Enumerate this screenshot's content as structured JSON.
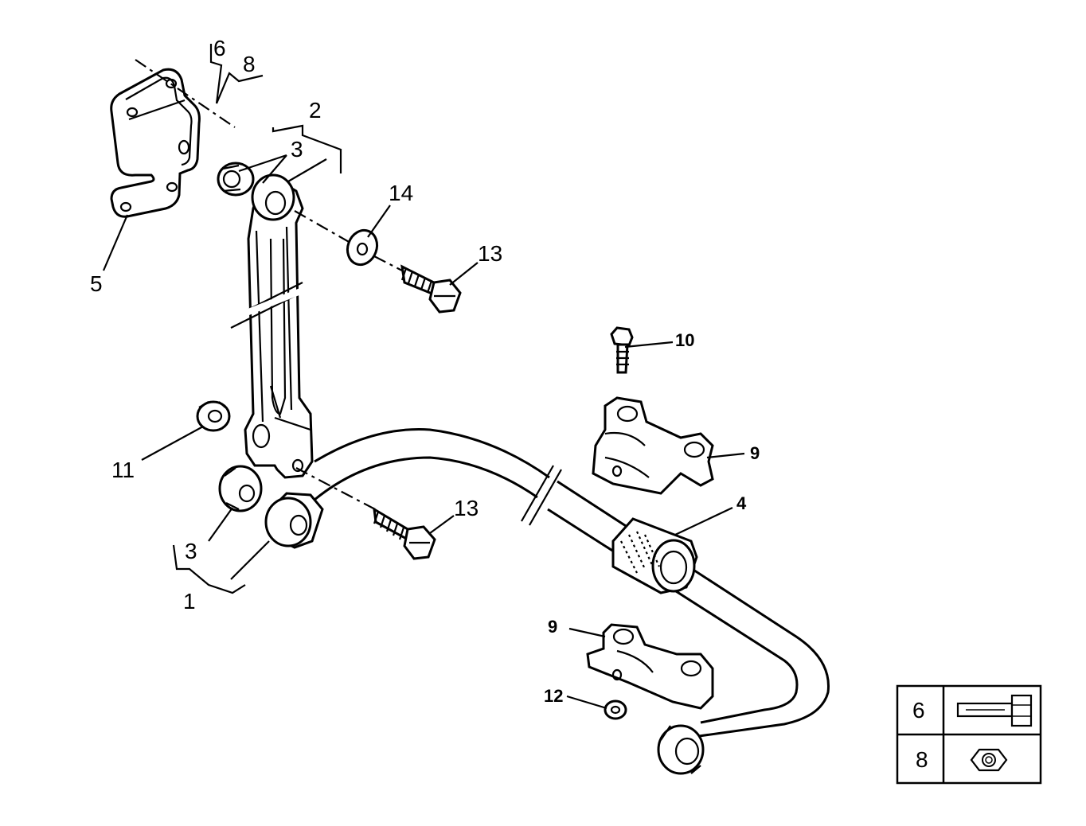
{
  "callouts": {
    "c1": "1",
    "c2": "2",
    "c3a": "3",
    "c3b": "3",
    "c4": "4",
    "c5": "5",
    "c6": "6",
    "c8": "8",
    "c9a": "9",
    "c9b": "9",
    "c10": "10",
    "c11": "11",
    "c12": "12",
    "c13a": "13",
    "c13b": "13",
    "c14": "14"
  },
  "legend": {
    "rows": [
      {
        "number": "6",
        "icon": "bolt-icon"
      },
      {
        "number": "8",
        "icon": "nut-icon"
      }
    ]
  }
}
